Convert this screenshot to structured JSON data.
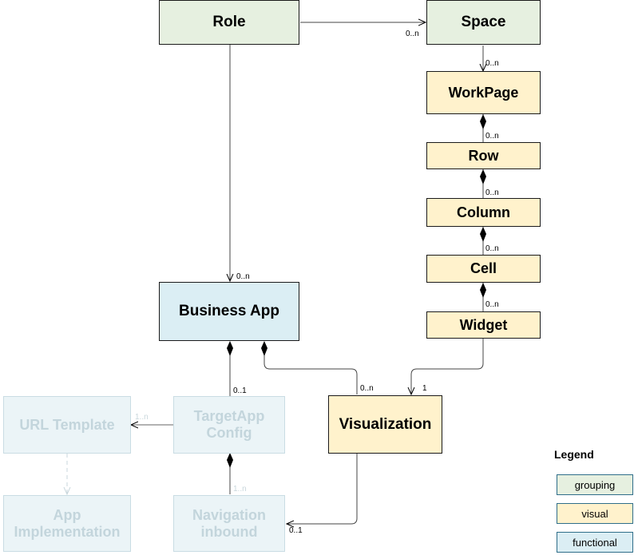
{
  "nodes": {
    "role": "Role",
    "space": "Space",
    "workpage": "WorkPage",
    "row": "Row",
    "column": "Column",
    "cell": "Cell",
    "widget": "Widget",
    "business_app": "Business App",
    "visualization": "Visualization",
    "url_template": "URL Template",
    "targetapp_config": "TargetApp Config",
    "app_implementation": "App Implementation",
    "navigation_inbound": "Navigation inbound"
  },
  "multiplicities": {
    "role_space": "0..n",
    "space_workpage": "0..n",
    "workpage_row": "0..n",
    "row_column": "0..n",
    "column_cell": "0..n",
    "cell_widget": "0..n",
    "role_business_app": "0..n",
    "business_app_targetapp": "0..1",
    "business_app_visualization": "0..n",
    "widget_visualization": "1",
    "targetapp_url": "1..n",
    "targetapp_navigation": "1..n",
    "visualization_navigation": "0..1"
  },
  "legend": {
    "title": "Legend",
    "items": [
      {
        "label": "grouping",
        "color": "#e6f0e0"
      },
      {
        "label": "visual",
        "color": "#fff2cc"
      },
      {
        "label": "functional",
        "color": "#dbeef4"
      }
    ]
  }
}
